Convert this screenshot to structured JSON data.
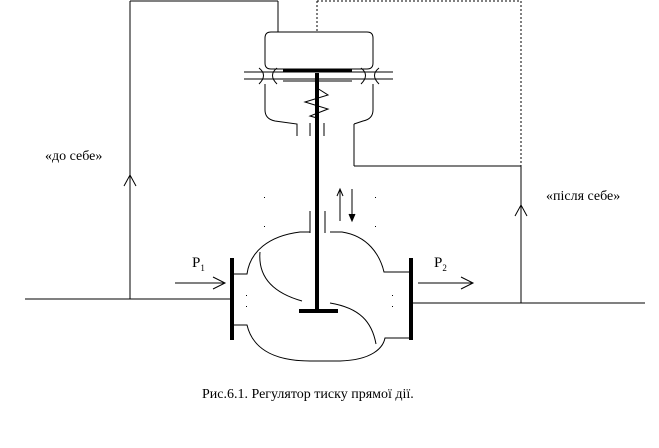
{
  "labels": {
    "before_self": "«до себе»",
    "after_self": "«після себе»",
    "p1": "P",
    "p1_sub": "1",
    "p2": "P",
    "p2_sub": "2"
  },
  "caption": "Рис.6.1. Регулятор тиску прямої дії.",
  "colors": {
    "background": "#ffffff",
    "line": "#000000"
  }
}
